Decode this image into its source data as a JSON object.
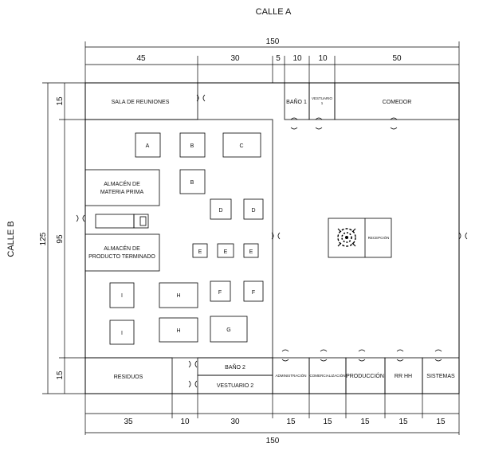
{
  "streets": {
    "top": "CALLE A",
    "left": "CALLE B"
  },
  "dimensions": {
    "top_total": "150",
    "top_segments": [
      "45",
      "30",
      "5",
      "10",
      "10",
      "50"
    ],
    "bottom_segments": [
      "35",
      "10",
      "30",
      "15",
      "15",
      "15",
      "15",
      "15"
    ],
    "bottom_total": "150",
    "left_total": "125",
    "left_inner": [
      "15",
      "95",
      "15"
    ]
  },
  "rooms": {
    "sala_reuniones": "SALA DE REUNIONES",
    "bano1": "BAÑO 1",
    "vestuario1_a": "VESTUARIO",
    "vestuario1_b": "1",
    "comedor": "COMEDOR",
    "almacen_mp_a": "ALMACÉN DE",
    "almacen_mp_b": "MATERIA PRIMA",
    "almacen_pt_a": "ALMACÉN DE",
    "almacen_pt_b": "PRODUCTO TERMINADO",
    "recepcion": "RECEPCIÓN",
    "residuos": "RESIDUOS",
    "bano2": "BAÑO 2",
    "vestuario2": "VESTUARIO 2",
    "administracion": "ADMINISTRACIÓN",
    "comercializacion": "COMERCIALIZACIÓN",
    "produccion": "PRODUCCIÓN",
    "rrhh": "RR HH",
    "sistemas": "SISTEMAS"
  },
  "machines": [
    "A",
    "B",
    "C",
    "B",
    "D",
    "D",
    "E",
    "E",
    "E",
    "F",
    "F",
    "I",
    "H",
    "I",
    "H",
    "G"
  ],
  "icons": {
    "truck": "truck-icon",
    "tree": "tree-icon",
    "door": "door-icon"
  }
}
